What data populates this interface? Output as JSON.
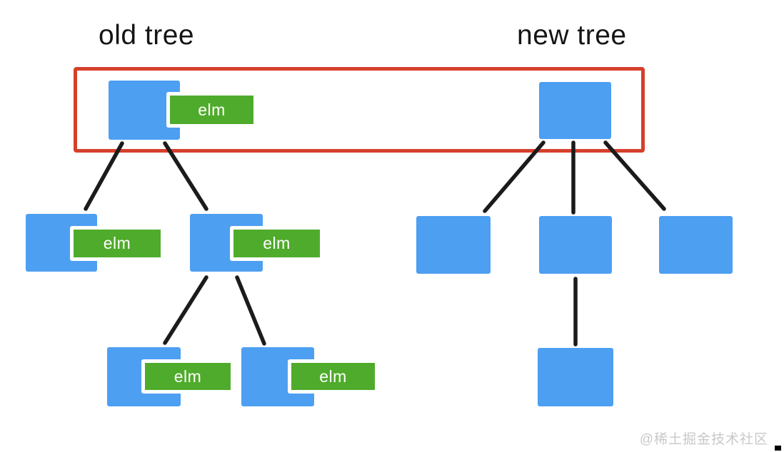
{
  "old_tree": {
    "title": "old tree",
    "nodes": [
      {
        "id": "old-root",
        "label": "elm"
      },
      {
        "id": "old-child-1",
        "label": "elm"
      },
      {
        "id": "old-child-2",
        "label": "elm"
      },
      {
        "id": "old-grandchild-1",
        "label": "elm"
      },
      {
        "id": "old-grandchild-2",
        "label": "elm"
      }
    ],
    "edges": [
      [
        "old-root",
        "old-child-1"
      ],
      [
        "old-root",
        "old-child-2"
      ],
      [
        "old-child-2",
        "old-grandchild-1"
      ],
      [
        "old-child-2",
        "old-grandchild-2"
      ]
    ]
  },
  "new_tree": {
    "title": "new tree",
    "nodes": [
      {
        "id": "new-root"
      },
      {
        "id": "new-child-1"
      },
      {
        "id": "new-child-2"
      },
      {
        "id": "new-child-3"
      },
      {
        "id": "new-grandchild-1"
      }
    ],
    "edges": [
      [
        "new-root",
        "new-child-1"
      ],
      [
        "new-root",
        "new-child-2"
      ],
      [
        "new-root",
        "new-child-3"
      ],
      [
        "new-child-2",
        "new-grandchild-1"
      ]
    ]
  },
  "highlight_box": {
    "contains": [
      "old-root",
      "new-root"
    ]
  },
  "watermark": "@稀土掘金技术社区",
  "colors": {
    "node_blue": "#4d9ff2",
    "label_green": "#4fab2b",
    "highlight_red": "#d5402c",
    "edge_black": "#1b1b1b",
    "title_black": "#151515",
    "watermark_gray": "#c8c8c8"
  }
}
